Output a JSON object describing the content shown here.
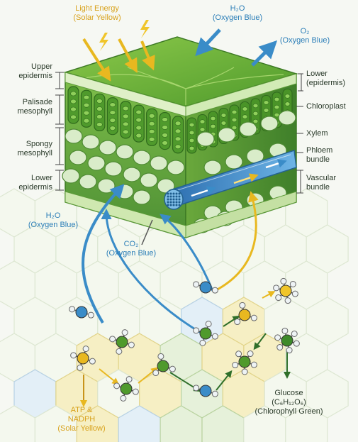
{
  "labels": {
    "light_energy": "Light Energy",
    "light_energy_sub": "(Solar Yellow)",
    "h2o_top": "H₂O",
    "h2o_top_sub": "(Oxygen Blue)",
    "o2": "O₂",
    "o2_sub": "(Oxygen Blue)",
    "upper_epidermis": "Upper\nepidermis",
    "palisade": "Palisade\nmesophyll",
    "spongy": "Spongy\nmesophyll",
    "lower_epidermis_left": "Lower\nepidermis",
    "lower_epidermis_right": "Lower\n(epidermis)",
    "chloroplast": "Chloroplast",
    "xylem": "Xylem",
    "phloem": "Phloem\nbundle",
    "vascular": "Vascular\nbundle",
    "h2o_bottom": "H₂O",
    "h2o_bottom_sub": "(Oxygen Blue)",
    "co2": "CO₂",
    "co2_sub": "(Oxygen Blue)",
    "atp": "ATP &\nNADPH",
    "atp_sub": "(Solar Yellow)",
    "glucose": "Glucose",
    "glucose_formula": "(C₆H₁₂O₆)",
    "glucose_sub": "(Chlorophyll Green)"
  },
  "colors": {
    "leaf_green": "#6fb33a",
    "dark_green": "#2f7a2a",
    "solar_yellow": "#e8b820",
    "oxygen_blue": "#3a8cc8",
    "hex_fill": "#f3f7e4"
  }
}
